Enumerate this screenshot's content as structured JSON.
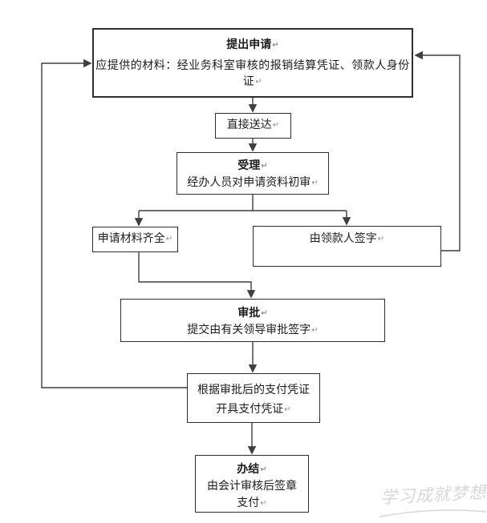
{
  "colors": {
    "line-color": "#3f3f3f",
    "border-color": "#2e2e2e",
    "text-color": "#1c1c1c",
    "mark-color": "#909090",
    "watermark-color": "#d8d8d8"
  },
  "glyphs": {
    "return_mark": "↵"
  },
  "boxes": {
    "apply": {
      "title": "提出申请",
      "body": "应提供的材料：经业务科室审核的报销结算凭证、领款人身份证"
    },
    "deliver": {
      "label": "直接送达"
    },
    "accept": {
      "title": "受理",
      "body": "经办人员对申请资料初审"
    },
    "materials": {
      "label": "申请材料齐全"
    },
    "sign": {
      "label": "由领款人签字"
    },
    "approve": {
      "title": "审批",
      "body": "提交由有关领导审批签字"
    },
    "voucher": {
      "line1": "根据审批后的支付凭证",
      "line2": "开具支付凭证"
    },
    "complete": {
      "title": "办结",
      "line1": "由会计审核后签章",
      "line2": "支付"
    }
  },
  "watermark": {
    "text": "学习成就梦想"
  }
}
